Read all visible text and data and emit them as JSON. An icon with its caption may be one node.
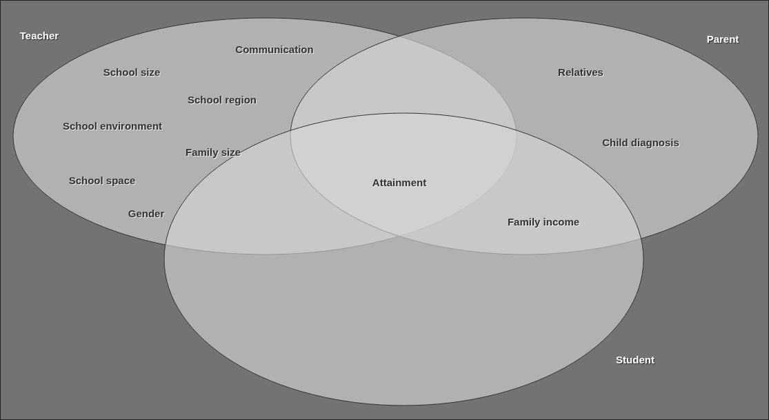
{
  "diagram": {
    "nodes": [
      {
        "text": [
          "Teacher"
        ]
      },
      {
        "text": [
          "Parent"
        ]
      },
      {
        "text": [
          "Student"
        ]
      }
    ],
    "edges": [],
    "labels": [
      "Communication",
      "School size",
      "Relatives",
      "School region",
      "School environment",
      "Child diagnosis",
      "Family size",
      "Attainment",
      "School space",
      "Gender",
      "Family income"
    ]
  }
}
